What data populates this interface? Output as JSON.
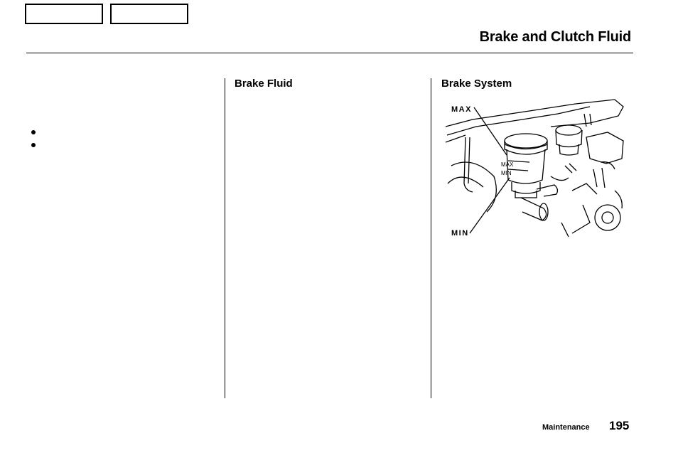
{
  "header": {
    "title": "Brake and Clutch Fluid"
  },
  "columns": {
    "left": {
      "bullet_count": 2
    },
    "middle": {
      "heading": "Brake Fluid"
    },
    "right": {
      "heading": "Brake System"
    }
  },
  "figure": {
    "label_max": "MAX",
    "label_min": "MIN",
    "reservoir_max_mark": "MAX",
    "reservoir_min_mark": "MIN"
  },
  "footer": {
    "section": "Maintenance",
    "page_number": "195"
  }
}
